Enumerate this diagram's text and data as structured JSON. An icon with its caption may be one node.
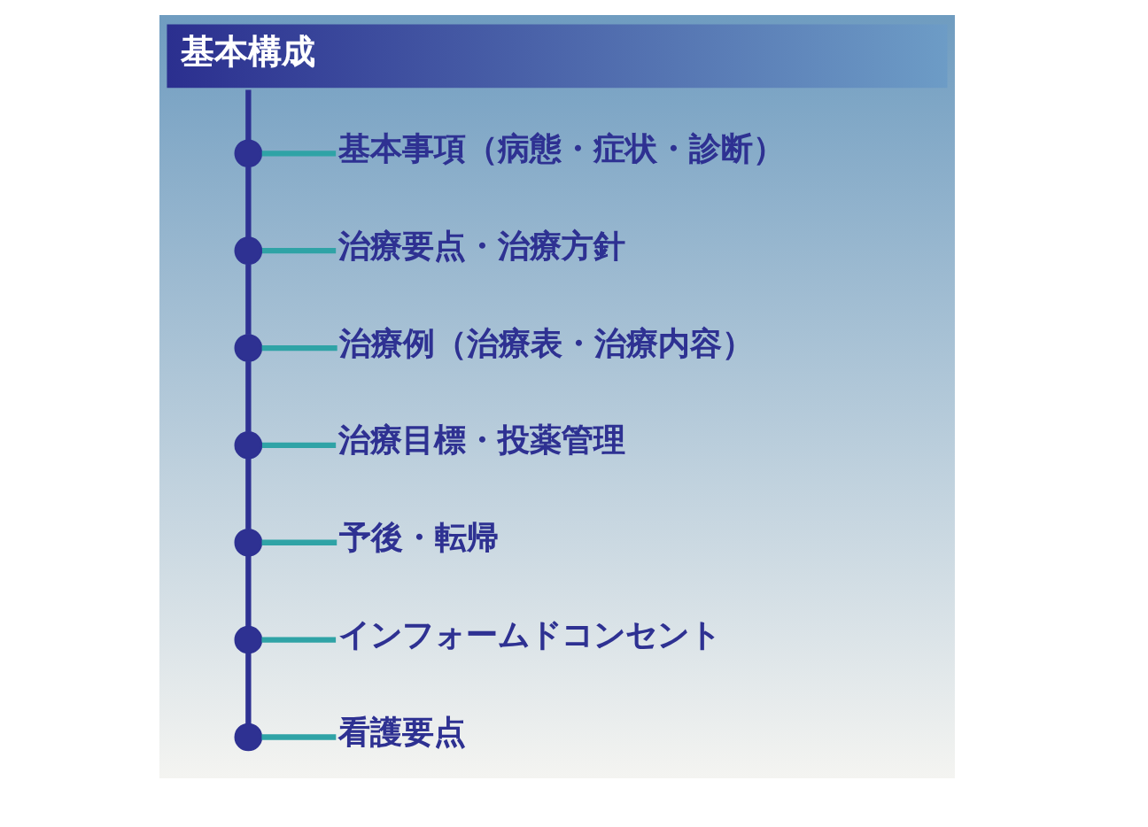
{
  "diagram": {
    "nodes": [
      {
        "text": [
          "基本構成"
        ]
      },
      {
        "text": [],
        "shape": "circle"
      },
      {
        "text": [
          "基本事項（病態・症状・診断）"
        ]
      },
      {
        "text": [],
        "shape": "circle"
      },
      {
        "text": [
          "治療要点・治療方針"
        ]
      },
      {
        "text": [],
        "shape": "circle"
      },
      {
        "text": [
          "治療例（治療表・治療内容）"
        ]
      },
      {
        "text": [],
        "shape": "circle"
      },
      {
        "text": [
          "治療目標・投薬管理"
        ]
      },
      {
        "text": [],
        "shape": "circle"
      },
      {
        "text": [
          "予後・転帰"
        ]
      },
      {
        "text": [],
        "shape": "circle"
      },
      {
        "text": [
          "インフォームドコンセント"
        ]
      },
      {
        "text": [],
        "shape": "circle"
      },
      {
        "text": [
          "看護要点"
        ]
      }
    ],
    "edges": [
      {
        "from": 0,
        "to": 1,
        "arrow": "none"
      },
      {
        "from": 1,
        "to": 2,
        "arrow": "none",
        "color": "#2fa3a6"
      },
      {
        "from": 1,
        "to": 3,
        "arrow": "none"
      },
      {
        "from": 3,
        "to": 4,
        "arrow": "none",
        "color": "#2fa3a6"
      },
      {
        "from": 3,
        "to": 5,
        "arrow": "none"
      },
      {
        "from": 5,
        "to": 6,
        "arrow": "none",
        "color": "#2fa3a6"
      },
      {
        "from": 5,
        "to": 7,
        "arrow": "none"
      },
      {
        "from": 7,
        "to": 8,
        "arrow": "none",
        "color": "#2fa3a6"
      },
      {
        "from": 7,
        "to": 9,
        "arrow": "none"
      },
      {
        "from": 9,
        "to": 10,
        "arrow": "none",
        "color": "#2fa3a6"
      },
      {
        "from": 9,
        "to": 11,
        "arrow": "none"
      },
      {
        "from": 11,
        "to": 12,
        "arrow": "none",
        "color": "#2fa3a6"
      },
      {
        "from": 11,
        "to": 13,
        "arrow": "none"
      },
      {
        "from": 13,
        "to": 14,
        "arrow": "none",
        "color": "#2fa3a6"
      }
    ]
  }
}
